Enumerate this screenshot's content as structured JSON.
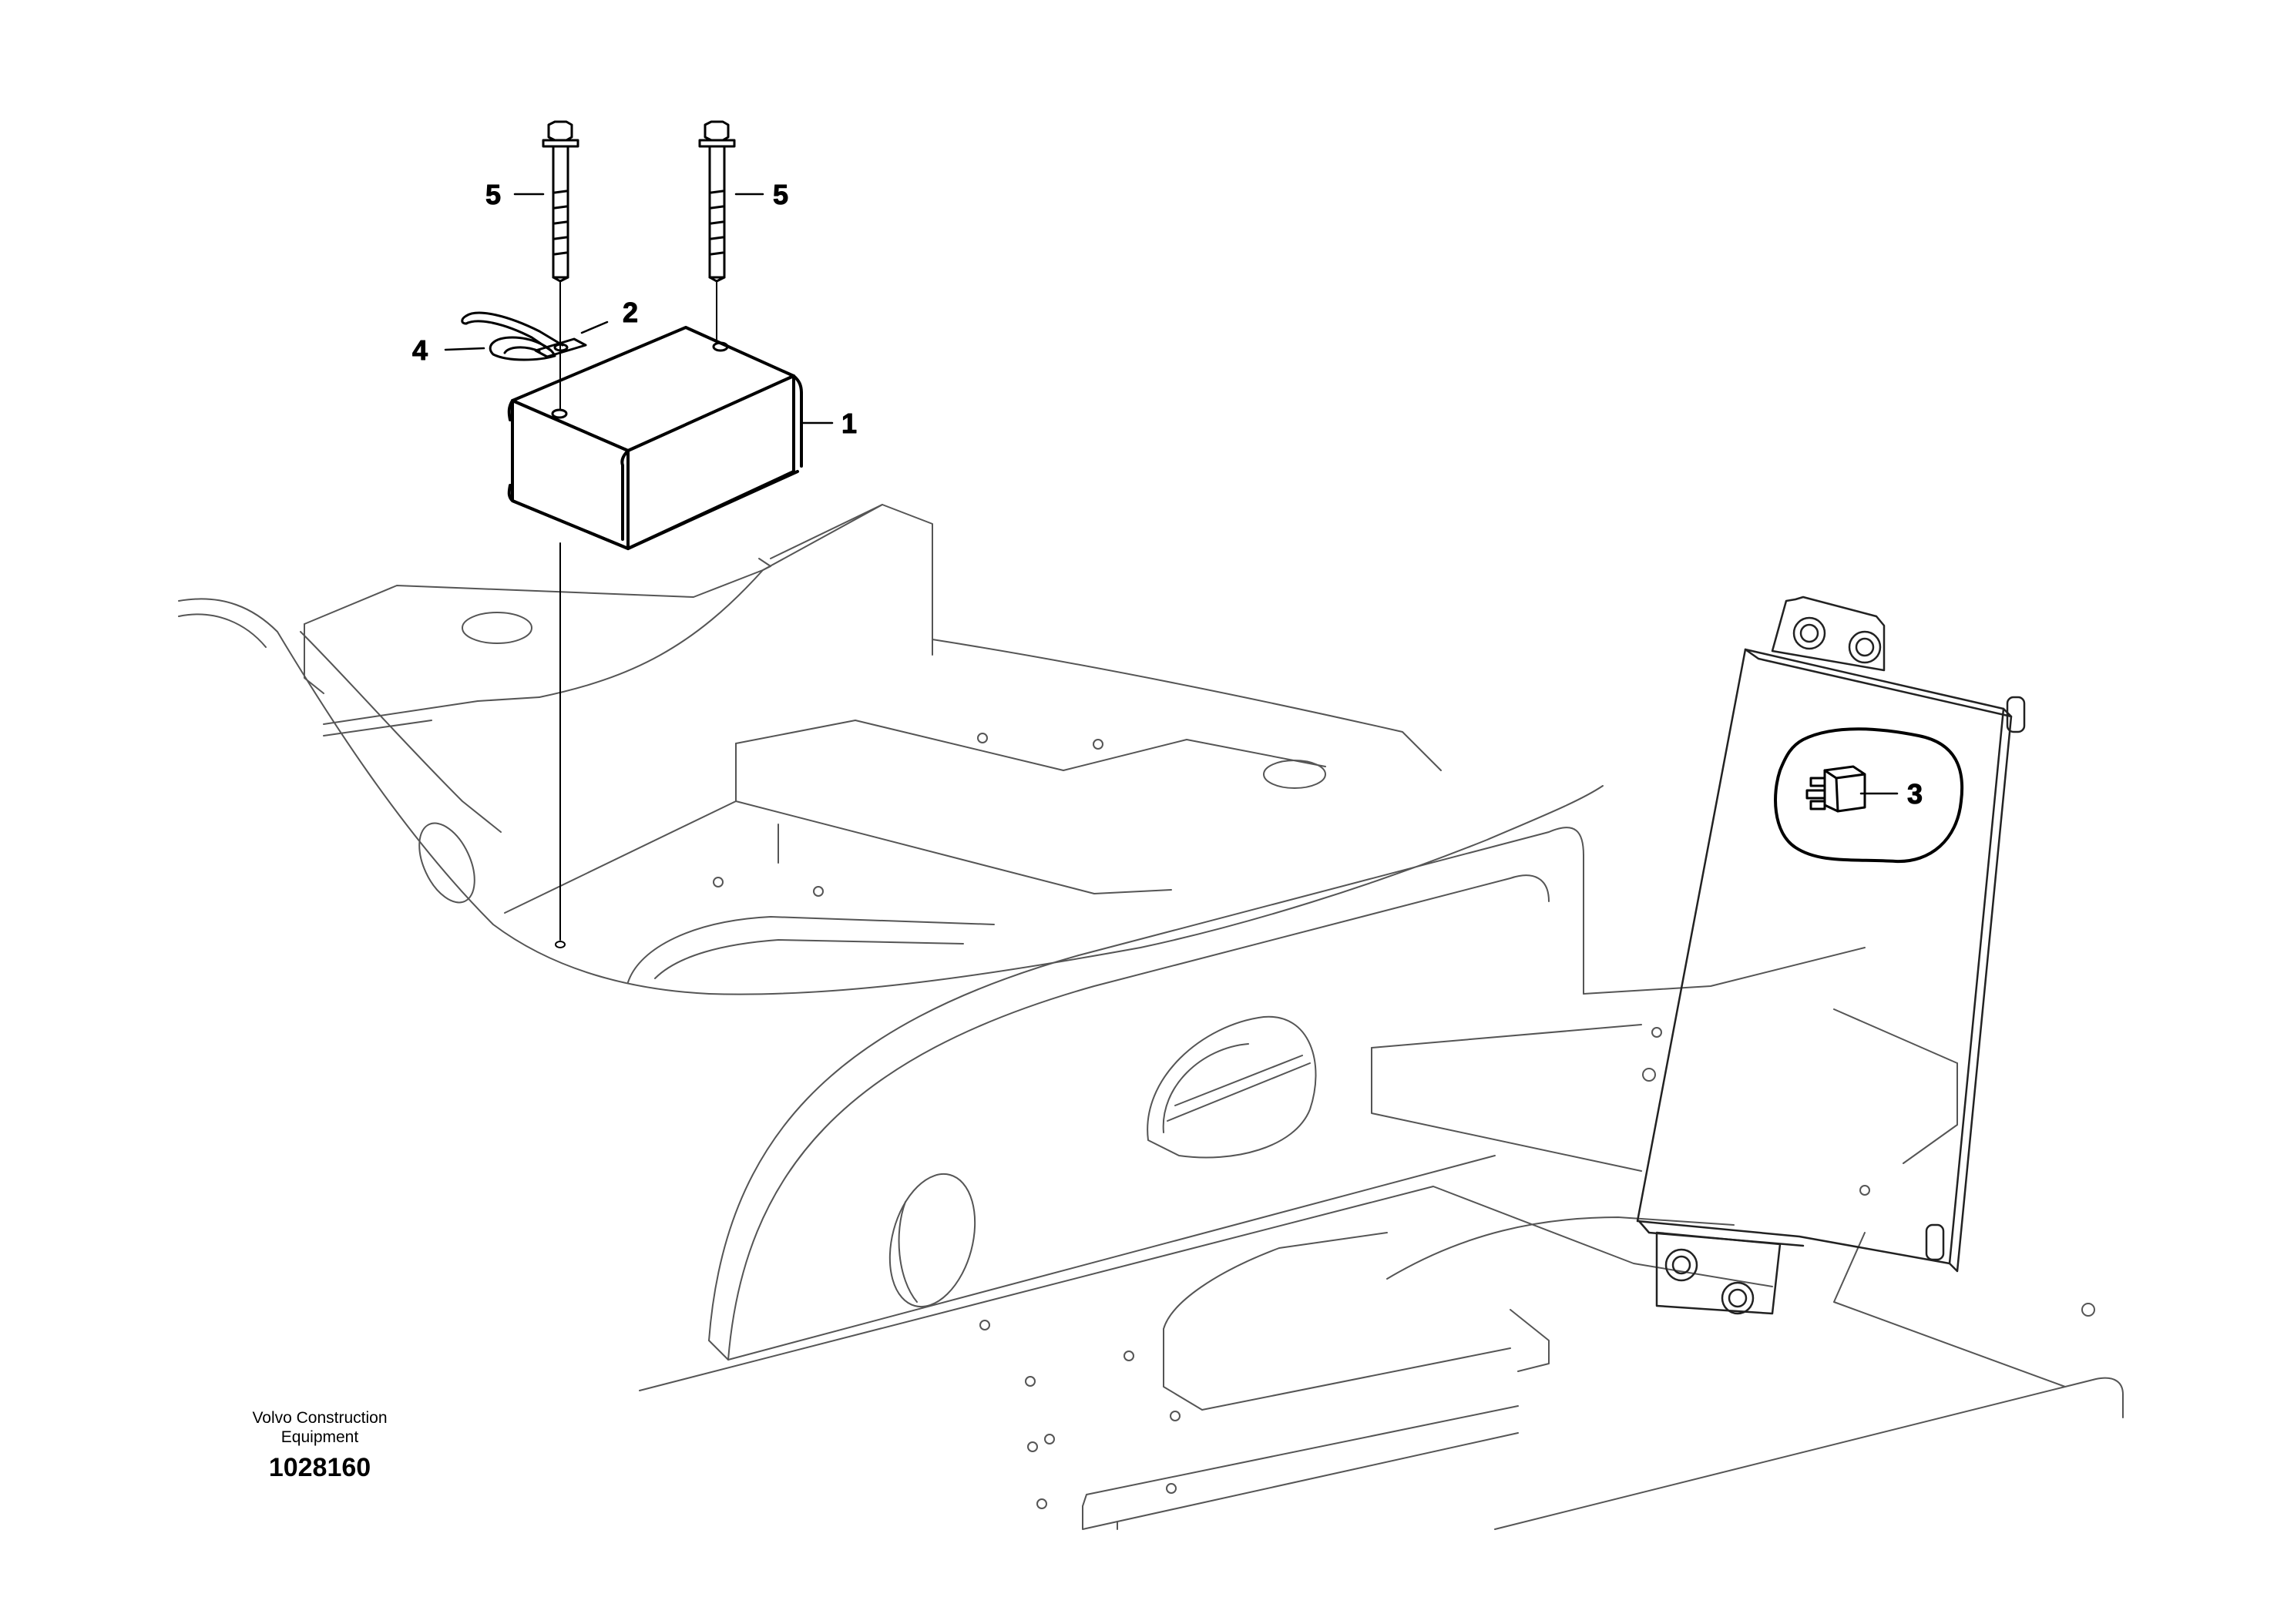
{
  "diagram": {
    "callouts": [
      {
        "id": "c1",
        "label": "1"
      },
      {
        "id": "c2",
        "label": "2"
      },
      {
        "id": "c3",
        "label": "3"
      },
      {
        "id": "c4",
        "label": "4"
      },
      {
        "id": "c5a",
        "label": "5"
      },
      {
        "id": "c5b",
        "label": "5"
      }
    ],
    "caption": {
      "line1": "Volvo Construction",
      "line2": "Equipment",
      "number": "1028160"
    },
    "colors": {
      "line": "#000000",
      "background": "#ffffff"
    }
  }
}
